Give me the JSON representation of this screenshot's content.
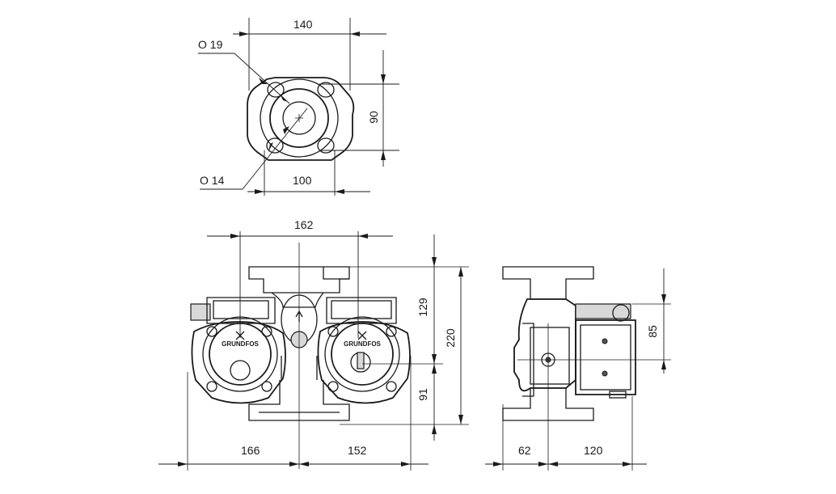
{
  "dimensions": {
    "top_width": "140",
    "hole_large": "O 19",
    "hole_small": "O 14",
    "bolt_spacing_vertical": "90",
    "bolt_spacing_horizontal": "100",
    "center_distance": "162",
    "top_height_upper": "129",
    "top_height_total": "220",
    "top_height_lower": "91",
    "left_width": "166",
    "right_width": "152",
    "side_depth_front": "62",
    "side_depth_back": "120",
    "side_height": "85"
  },
  "logo": {
    "text": "GRUNDFOS"
  }
}
